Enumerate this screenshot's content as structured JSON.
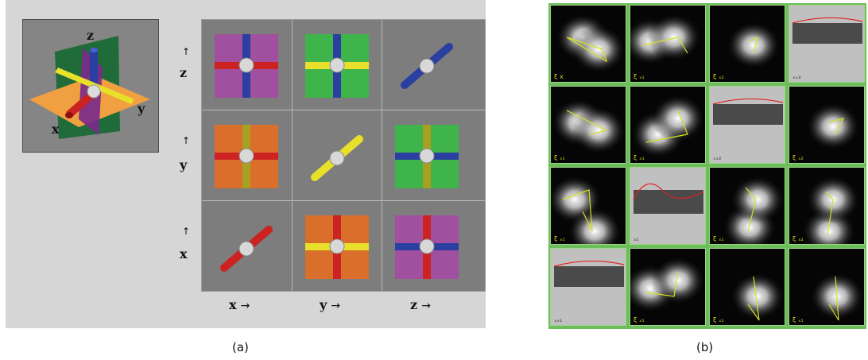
{
  "panel_a": {
    "inset_axes": {
      "x": "x",
      "y": "y",
      "z": "z"
    },
    "row_labels": [
      "z",
      "y",
      "x"
    ],
    "col_labels": [
      "x",
      "y",
      "z"
    ],
    "arrow_up": "↑",
    "arrow_right": "→",
    "caption": "(a)"
  },
  "panel_b": {
    "caption": "(b)",
    "tiles": [
      {
        "kind": "blob",
        "label": "ξ x"
      },
      {
        "kind": "blob",
        "label": "ξ ₓ₁"
      },
      {
        "kind": "blob",
        "label": "ξ ₓ₂"
      },
      {
        "kind": "profile",
        "label": "ₓₓ₃"
      },
      {
        "kind": "blob",
        "label": "ξ ₓ₁"
      },
      {
        "kind": "blob",
        "label": "ξ ₓ₁"
      },
      {
        "kind": "profile",
        "label": "ₓₓ₂"
      },
      {
        "kind": "blob",
        "label": "ξ ₓ₂"
      },
      {
        "kind": "blob",
        "label": "ξ ₓ₁"
      },
      {
        "kind": "profile-top",
        "label": "ₓ₁"
      },
      {
        "kind": "blob",
        "label": "ξ ₓ₁"
      },
      {
        "kind": "blob",
        "label": "ξ ₓ₂"
      },
      {
        "kind": "profile",
        "label": "ₓₓ₁"
      },
      {
        "kind": "blob",
        "label": "ξ ₓ₁"
      },
      {
        "kind": "blob",
        "label": "ξ ₓ₁"
      },
      {
        "kind": "blob",
        "label": "ξ ₓ₁"
      }
    ]
  },
  "colors": {
    "magenta": "#a0509e",
    "green": "#3fb44a",
    "orange": "#d96f2a",
    "red": "#cc2222",
    "yellow": "#e8e02a",
    "blue": "#2a3fa0",
    "plane_green": "#1f6b3a",
    "plane_purple": "#7a2a8a",
    "plane_orange": "#f0a040"
  }
}
